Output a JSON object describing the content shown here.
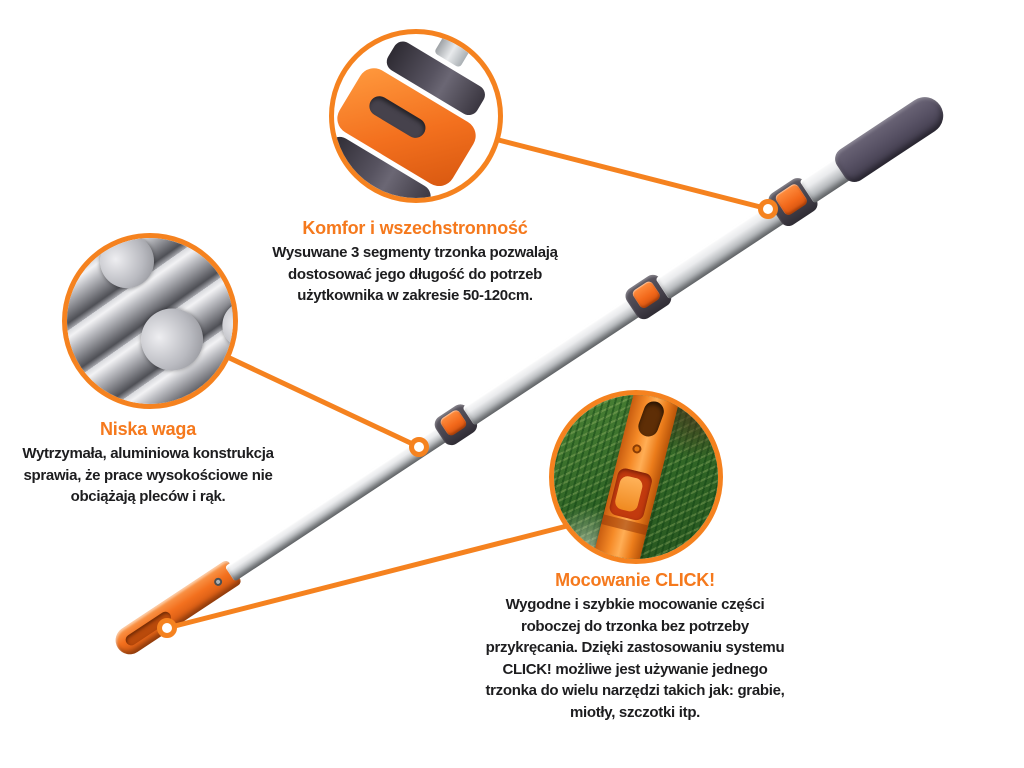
{
  "colors": {
    "accent_orange": "#f5821f",
    "title_orange": "#f5791d",
    "body_text": "#1d1d1f",
    "aluminum_silver": "#c3c6c9",
    "grip_gray_purple": "#575164",
    "clamp_dark_gray": "#45414b",
    "tip_orange": "#f3701e",
    "grass_green": "#35682a"
  },
  "callouts": [
    {
      "id": "comfort",
      "title": "Komfor i wszechstronność",
      "lines": [
        "Wysuwane 3 segmenty trzonka pozwalają",
        "dostosować jego długość do potrzeb",
        "użytkownika w zakresie 50-120cm."
      ],
      "image": "telescopic-lock-closeup"
    },
    {
      "id": "weight",
      "title": "Niska waga",
      "lines": [
        "Wytrzymała, aluminiowa konstrukcja",
        "sprawia, że prace wysokościowe nie",
        "obciążają pleców i rąk."
      ],
      "image": "aluminum-rods-closeup"
    },
    {
      "id": "click",
      "title": "Mocowanie CLICK!",
      "lines": [
        "Wygodne i szybkie mocowanie części",
        "roboczej do trzonka bez potrzeby",
        "przykręcania. Dzięki zastosowaniu systemu",
        "CLICK! możliwe jest używanie jednego",
        "trzonka do wielu narzędzi takich jak: grabie,",
        "miotły, szczotki itp."
      ],
      "image": "click-mount-closeup"
    }
  ],
  "product": {
    "image": "telescopic-aluminum-handle"
  }
}
